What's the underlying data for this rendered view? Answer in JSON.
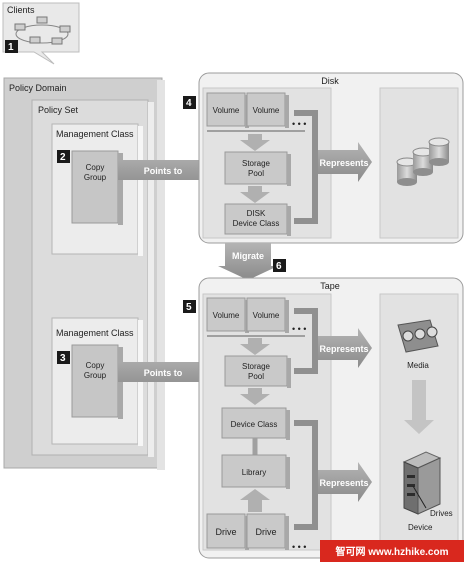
{
  "clients": {
    "label": "Clients",
    "step": "1"
  },
  "policy_domain": {
    "label": "Policy Domain"
  },
  "policy_set": {
    "label": "Policy Set"
  },
  "management_class_1": {
    "label": "Management Class",
    "step": "2",
    "copy_group": "Copy Group"
  },
  "management_class_2": {
    "label": "Management Class",
    "step": "3",
    "copy_group": "Copy Group"
  },
  "arrows": {
    "points_to_1": "Points to",
    "points_to_2": "Points to",
    "represents_1": "Represents",
    "represents_2": "Represents",
    "represents_3": "Represents",
    "migrate": "Migrate"
  },
  "disk": {
    "title": "Disk",
    "step": "4",
    "volume_1": "Volume",
    "volume_2": "Volume",
    "storage_pool": "Storage Pool",
    "device_class": "DISK Device Class"
  },
  "migrate_step": "6",
  "tape": {
    "title": "Tape",
    "step": "5",
    "volume_1": "Volume",
    "volume_2": "Volume",
    "storage_pool": "Storage Pool",
    "device_class": "Device Class",
    "library": "Library",
    "drive_1": "Drive",
    "drive_2": "Drive"
  },
  "right_labels": {
    "media": "Media",
    "drives": "Drives",
    "device": "Device"
  },
  "watermark": "智可网 www.hzhike.com"
}
